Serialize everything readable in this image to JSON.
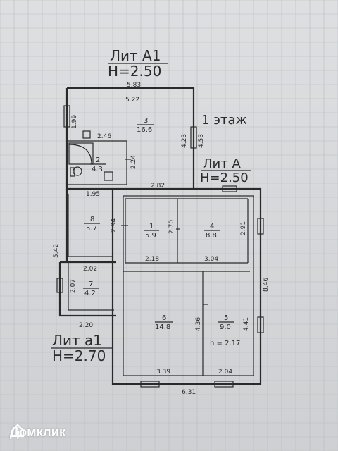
{
  "plan": {
    "block_a1_title": "Лит А1",
    "block_a1_height": "H=2.50",
    "block_a_title": "Лит А",
    "block_a_height": "H=2.50",
    "block_a1_lower_title": "Лит а1",
    "block_a1_lower_height": "H=2.70",
    "floor_label": "1 этаж",
    "room_ceiling_note": "h = 2.17",
    "rooms": [
      {
        "number": "3",
        "area": "16.6"
      },
      {
        "number": "2",
        "area": "4.3"
      },
      {
        "number": "8",
        "area": "5.7"
      },
      {
        "number": "7",
        "area": "4.2"
      },
      {
        "number": "1",
        "area": "5.9"
      },
      {
        "number": "4",
        "area": "8.8"
      },
      {
        "number": "6",
        "area": "14.8"
      },
      {
        "number": "5",
        "area": "9.0"
      }
    ],
    "dimensions": {
      "top_outer": "5.83",
      "top_inner": "5.22",
      "room3_left": "1.99",
      "room3_right_in": "4.23",
      "room3_right_out": "4.53",
      "room2_width": "2.46",
      "room2_height": "2.24",
      "room8_width": "1.95",
      "room8_height": "2.94",
      "left_total": "5.42",
      "a_top": "2.82",
      "room1_height": "2.70",
      "room4_height": "2.91",
      "room1_bottom": "2.18",
      "room4_bottom": "3.04",
      "room7_width": "2.02",
      "room7_height": "2.07",
      "room7_bottom": "2.20",
      "right_total": "8.46",
      "room6_height": "4.36",
      "room5_height": "4.41",
      "room6_bottom": "3.39",
      "room5_bottom": "2.04",
      "bottom_total": "6.31"
    }
  },
  "watermark": {
    "text": "Домклик"
  }
}
